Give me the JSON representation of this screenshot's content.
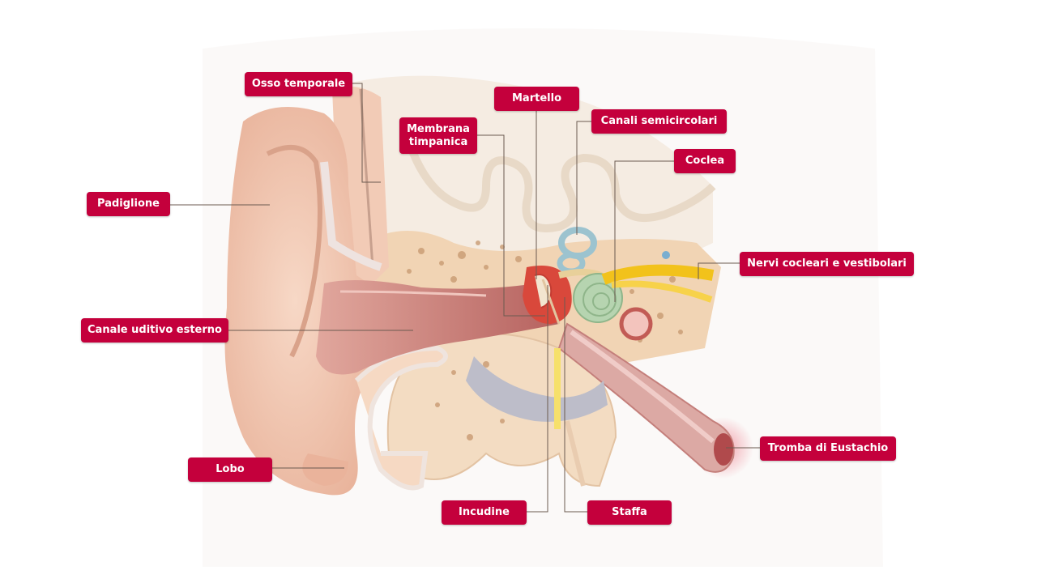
{
  "colors": {
    "label_bg": "#c4003c",
    "label_text": "#ffffff",
    "skin": "#f2c9b4",
    "canal": "#c97e7c",
    "bone": "#f4dcbf",
    "brain": "#f4e9dc",
    "cochlea": "#b6d4b0",
    "semicircular": "#9cc3cf",
    "nerve": "#f2c21b"
  },
  "labels": {
    "osso_temporale": "Osso temporale",
    "martello": "Martello",
    "membrana_line1": "Membrana",
    "membrana_line2": "timpanica",
    "canali_semicircolari": "Canali semicircolari",
    "coclea": "Coclea",
    "padiglione": "Padiglione",
    "nervi": "Nervi cocleari e vestibolari",
    "canale_uditivo": "Canale uditivo esterno",
    "tromba": "Tromba di Eustachio",
    "lobo": "Lobo",
    "incudine": "Incudine",
    "staffa": "Staffa"
  }
}
